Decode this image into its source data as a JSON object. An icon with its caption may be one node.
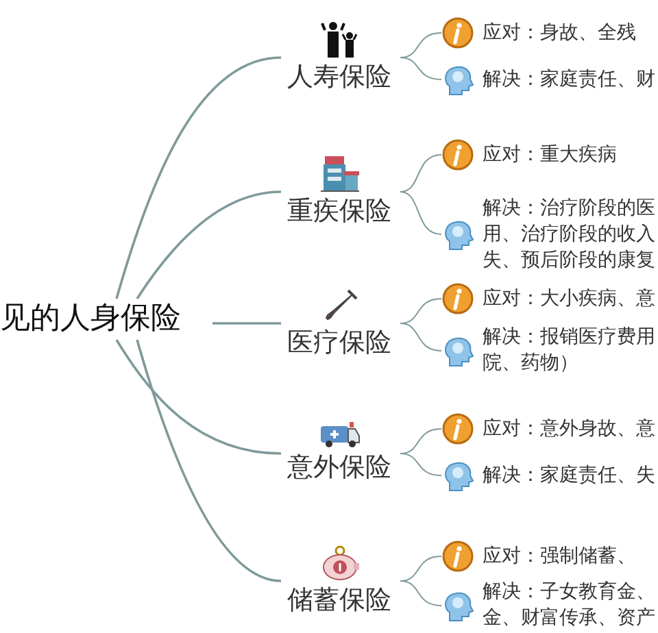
{
  "diagram": {
    "nodes": [
      {
        "text": [
          "见的人身保险"
        ]
      },
      {
        "text": [
          "人寿保险"
        ]
      },
      {
        "text": [
          "应对：身故、全残"
        ]
      },
      {
        "text": [
          "解决：家庭责任、财"
        ]
      },
      {
        "text": [
          "重疾保险"
        ]
      },
      {
        "text": [
          "应对：重大疾病"
        ]
      },
      {
        "text": [
          "解决：治疗阶段的医用、治疗阶段的收入失、预后阶段的康复"
        ]
      },
      {
        "text": [
          "医疗保险"
        ]
      },
      {
        "text": [
          "应对：大小疾病、意"
        ]
      },
      {
        "text": [
          "解决：报销医疗费用院、药物）"
        ]
      },
      {
        "text": [
          "意外保险"
        ]
      },
      {
        "text": [
          "应对：意外身故、意"
        ]
      },
      {
        "text": [
          "解决：家庭责任、失"
        ]
      },
      {
        "text": [
          "储蓄保险"
        ]
      },
      {
        "text": [
          "应对：强制储蓄、"
        ]
      },
      {
        "text": [
          "解决：子女教育金、金、财富传承、资产"
        ]
      }
    ],
    "edges": [
      {
        "from": 0,
        "to": 1,
        "arrow": "none"
      },
      {
        "from": 0,
        "to": 4,
        "arrow": "none"
      },
      {
        "from": 0,
        "to": 7,
        "arrow": "none"
      },
      {
        "from": 0,
        "to": 10,
        "arrow": "none"
      },
      {
        "from": 0,
        "to": 13,
        "arrow": "none"
      },
      {
        "from": 1,
        "to": 2,
        "arrow": "none"
      },
      {
        "from": 1,
        "to": 3,
        "arrow": "none"
      },
      {
        "from": 4,
        "to": 5,
        "arrow": "none"
      },
      {
        "from": 4,
        "to": 6,
        "arrow": "none"
      },
      {
        "from": 7,
        "to": 8,
        "arrow": "none"
      },
      {
        "from": 7,
        "to": 9,
        "arrow": "none"
      },
      {
        "from": 10,
        "to": 11,
        "arrow": "none"
      },
      {
        "from": 10,
        "to": 12,
        "arrow": "none"
      },
      {
        "from": 13,
        "to": 14,
        "arrow": "none"
      },
      {
        "from": 13,
        "to": 15,
        "arrow": "none"
      }
    ]
  }
}
